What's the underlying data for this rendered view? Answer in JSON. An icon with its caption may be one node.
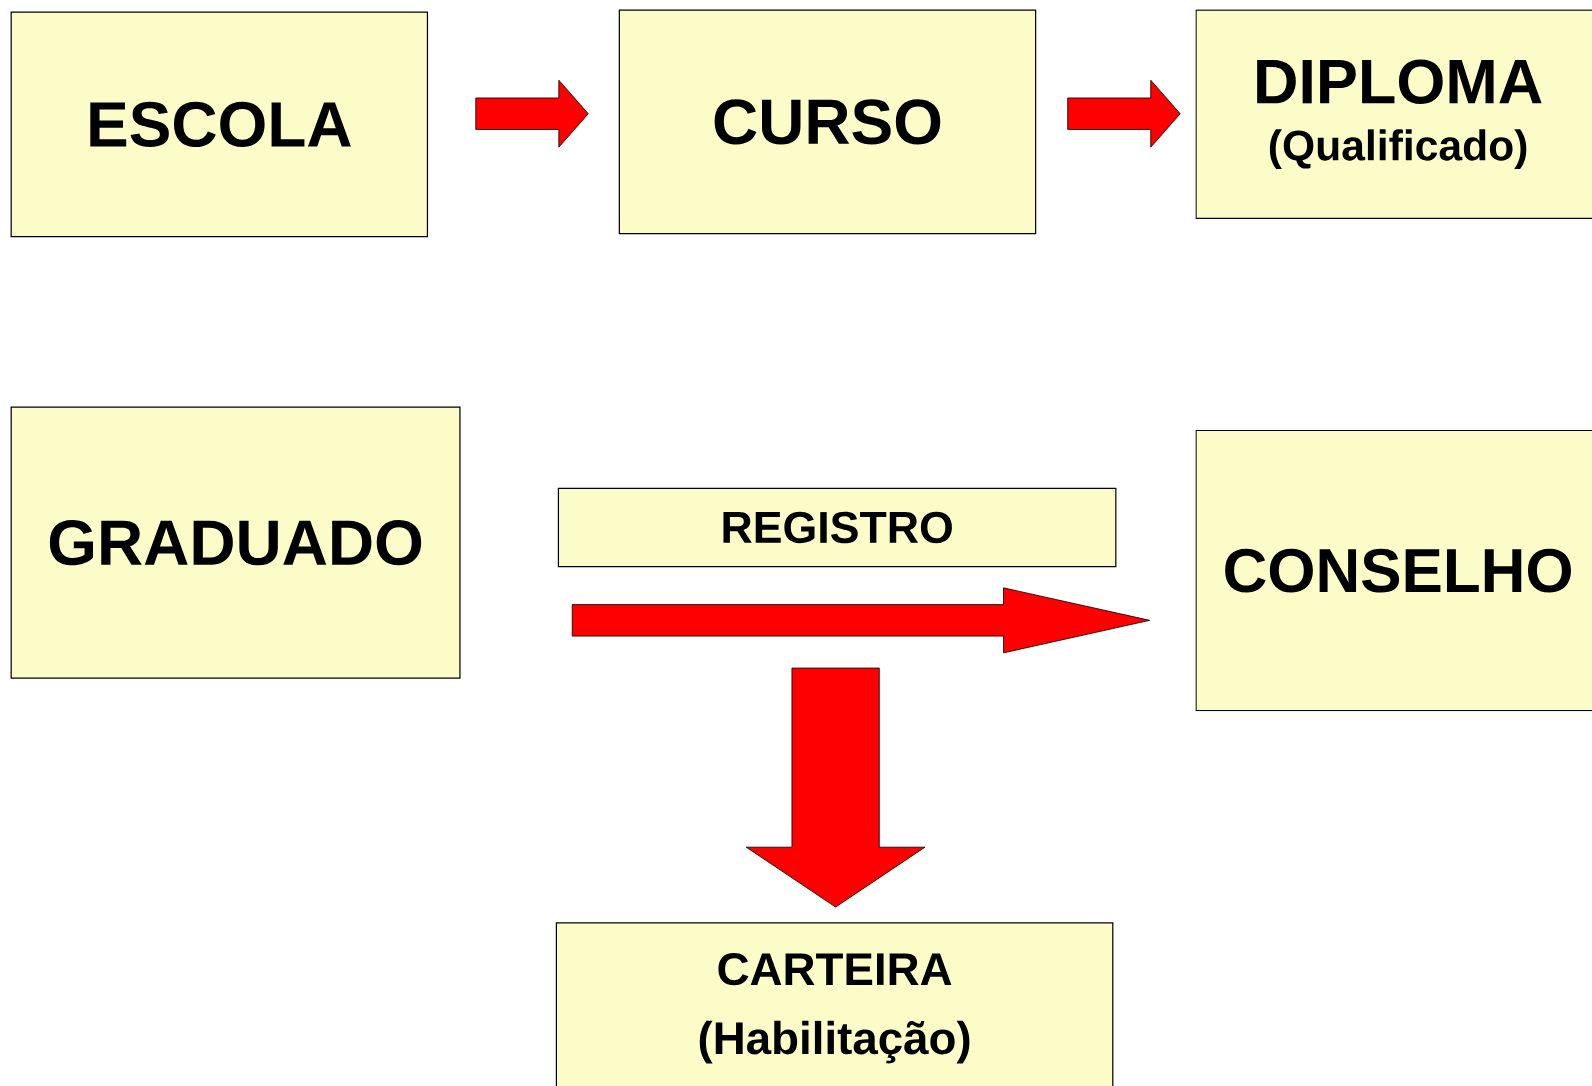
{
  "diagram": {
    "nodes": [
      {
        "text": [
          "ESCOLA"
        ]
      },
      {
        "text": [
          "CURSO"
        ]
      },
      {
        "text": [
          "DIPLOMA",
          "(Qualificado)"
        ]
      },
      {
        "text": [
          "GRADUADO"
        ]
      },
      {
        "text": [
          "REGISTRO"
        ]
      },
      {
        "text": [
          "CONSELHO"
        ]
      },
      {
        "text": [
          "CARTEIRA",
          "(Habilitação)"
        ]
      }
    ],
    "edges": [
      {
        "from": 0,
        "to": 1,
        "arrow": "to"
      },
      {
        "from": 1,
        "to": 2,
        "arrow": "to"
      },
      {
        "from": 3,
        "to": 5,
        "arrow": "to"
      },
      {
        "from": null,
        "to": 6,
        "arrow": "to"
      }
    ]
  }
}
